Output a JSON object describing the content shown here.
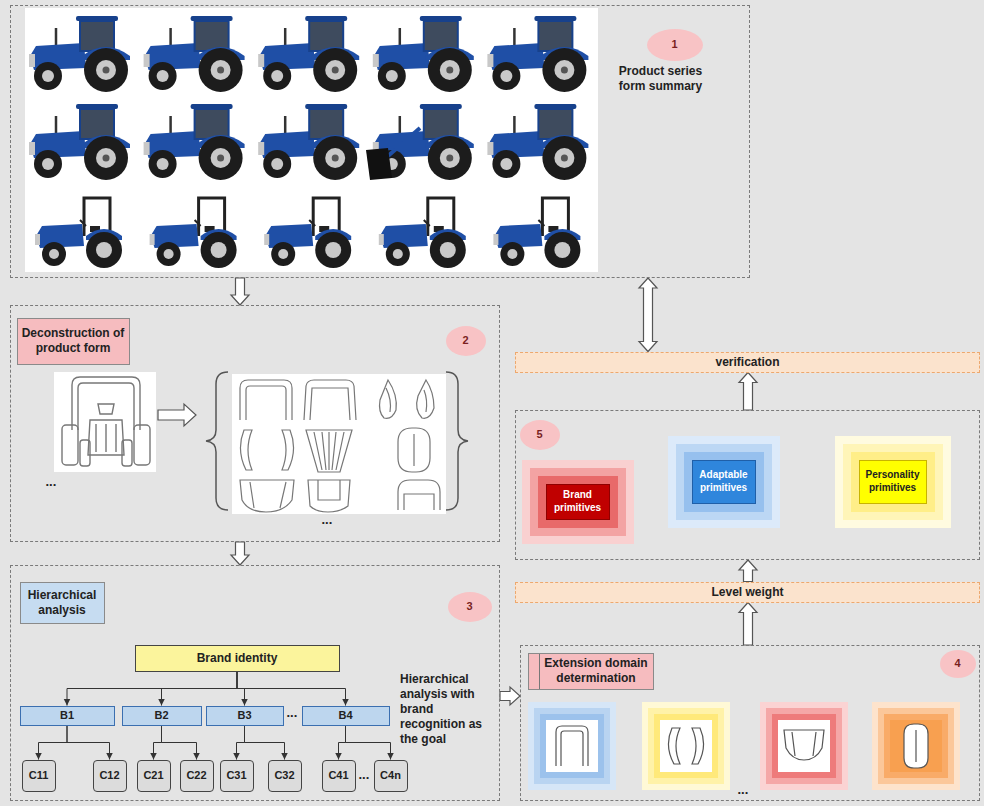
{
  "diagram": {
    "nodes": [
      {
        "text": [
          "Product series form summary"
        ]
      },
      {
        "text": [
          "1"
        ],
        "in": 0
      },
      {
        "text": [
          "...",
          "..."
        ]
      },
      {
        "text": [
          "Deconstruction of product form"
        ],
        "in": 2
      },
      {
        "text": [
          "2"
        ],
        "in": 2
      },
      {
        "text": [
          "...",
          "..."
        ]
      },
      {
        "text": [
          "Hierarchical analysis"
        ],
        "in": 5
      },
      {
        "text": [
          "3"
        ],
        "in": 5
      },
      {
        "text": [
          "Brand identity"
        ],
        "in": 5
      },
      {
        "text": [
          "B1"
        ],
        "in": 5
      },
      {
        "text": [
          "B2"
        ],
        "in": 5
      },
      {
        "text": [
          "B3"
        ],
        "in": 5
      },
      {
        "text": [
          "B4"
        ],
        "in": 5
      },
      {
        "text": [
          "C11"
        ],
        "in": 5
      },
      {
        "text": [
          "C12"
        ],
        "in": 5
      },
      {
        "text": [
          "C21"
        ],
        "in": 5
      },
      {
        "text": [
          "C22"
        ],
        "in": 5
      },
      {
        "text": [
          "C31"
        ],
        "in": 5
      },
      {
        "text": [
          "C32"
        ],
        "in": 5
      },
      {
        "text": [
          "C41"
        ],
        "in": 5
      },
      {
        "text": [
          "C4n"
        ],
        "in": 5
      },
      {
        "text": [
          "verification"
        ]
      },
      {
        "text": []
      },
      {
        "text": [
          "5"
        ],
        "in": 22
      },
      {
        "text": [
          "Brand primitives"
        ],
        "in": 22
      },
      {
        "text": [
          "Adaptable primitives"
        ],
        "in": 22
      },
      {
        "text": [
          "Personality primitives"
        ],
        "in": 22
      },
      {
        "text": [
          "Level weight"
        ]
      },
      {
        "text": [
          "..."
        ]
      },
      {
        "text": [
          "Extension domain determination"
        ],
        "in": 28
      },
      {
        "text": [
          "4"
        ],
        "in": 28
      }
    ],
    "edges": [
      {
        "from": 0,
        "to": 2,
        "arrow": "to"
      },
      {
        "from": 2,
        "to": 5,
        "arrow": "to"
      },
      {
        "from": 5,
        "to": 28,
        "arrow": "to",
        "label": "Hierarchical analysis with brand recognition as the goal"
      },
      {
        "from": 28,
        "to": 27,
        "arrow": "to"
      },
      {
        "from": 27,
        "to": 22,
        "arrow": "to"
      },
      {
        "from": 22,
        "to": 21,
        "arrow": "to"
      },
      {
        "from": 21,
        "to": 0,
        "arrow": "both"
      },
      {
        "from": 8,
        "to": 9,
        "arrow": "to"
      },
      {
        "from": 8,
        "to": 10,
        "arrow": "to"
      },
      {
        "from": 8,
        "to": 11,
        "arrow": "to"
      },
      {
        "from": 8,
        "to": 12,
        "arrow": "to"
      },
      {
        "from": 9,
        "to": 13,
        "arrow": "to"
      },
      {
        "from": 9,
        "to": 14,
        "arrow": "to"
      },
      {
        "from": 10,
        "to": 15,
        "arrow": "to"
      },
      {
        "from": 10,
        "to": 16,
        "arrow": "to"
      },
      {
        "from": 11,
        "to": 17,
        "arrow": "to"
      },
      {
        "from": 11,
        "to": 18,
        "arrow": "to"
      },
      {
        "from": 12,
        "to": 19,
        "arrow": "to"
      },
      {
        "from": 12,
        "to": 20,
        "arrow": "to"
      }
    ]
  }
}
